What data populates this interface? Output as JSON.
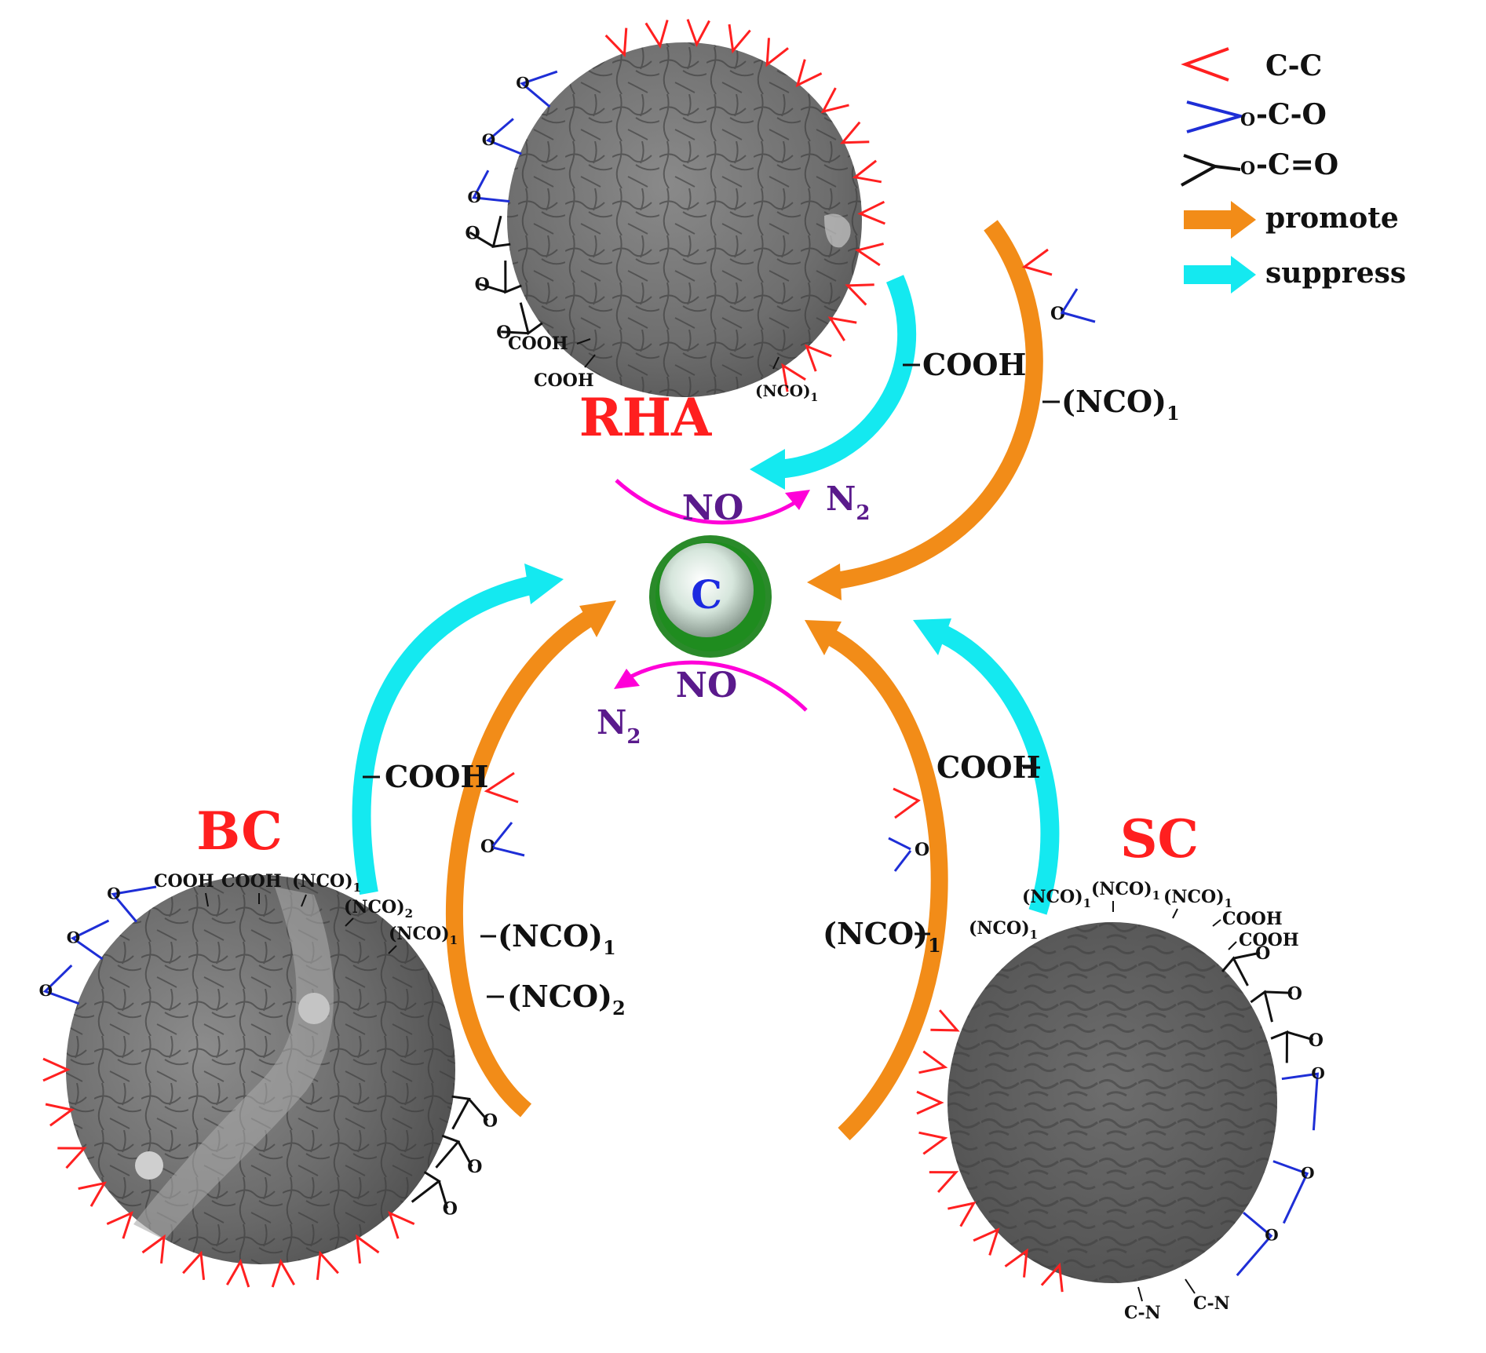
{
  "colors": {
    "promote": "#F28C18",
    "suppress": "#14E9F0",
    "cc": "#FF2020",
    "co": "#1E2ED6",
    "ceo": "#111111",
    "particle_label": "#FF1F1F",
    "no_arrow": "#FF00D8",
    "no_text": "#5A1A8C",
    "c_text": "#1C2AE0",
    "c_ring": "#1F8C1F"
  },
  "legend": {
    "cc": "C-C",
    "co": "-C-O",
    "ceo": "-C=O",
    "promote": "promote",
    "suppress": "suppress"
  },
  "particles": {
    "rha": "RHA",
    "bc": "BC",
    "sc": "SC"
  },
  "center": {
    "c": "C",
    "no": "NO",
    "n": "N",
    "sub2": "2"
  },
  "groups": {
    "cooh": "COOH",
    "nco": "(NCO)",
    "sub1": "1",
    "sub2": "2",
    "o": "O",
    "cn": "C-N"
  }
}
